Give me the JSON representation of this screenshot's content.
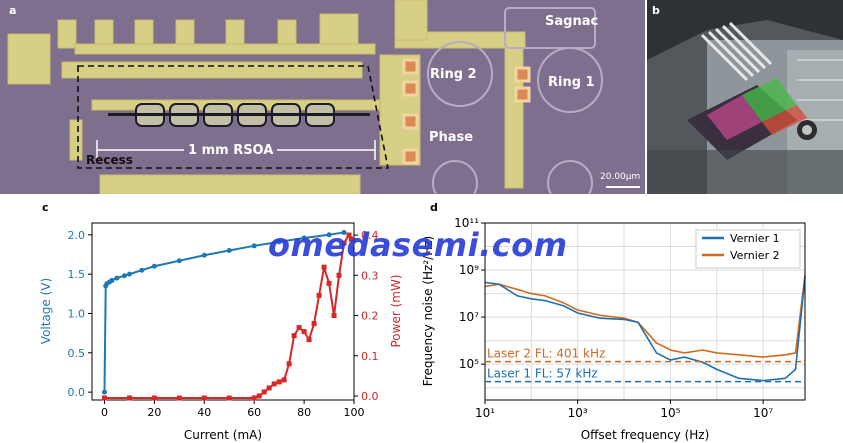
{
  "panel_a": {
    "letter": "a",
    "labels": {
      "sagnac": "Sagnac",
      "ring2": "Ring 2",
      "ring1": "Ring 1",
      "phase": "Phase",
      "rsoa": "1 mm RSOA",
      "recess": "Recess",
      "scale": "20.00μm"
    }
  },
  "panel_b": {
    "letter": "b"
  },
  "watermark": "omedasemi.com",
  "colors": {
    "voltage": "#1f77b4",
    "power": "#d62728",
    "vernier1": "#1f6fb0",
    "vernier2": "#d2691e"
  },
  "chart_data": [
    {
      "panel": "c",
      "type": "line",
      "xlabel": "Current (mA)",
      "ylabel": "Voltage (V)",
      "y2label": "Power (mW)",
      "xlim": [
        -5,
        100
      ],
      "ylim": [
        -0.1,
        2.15
      ],
      "y2lim": [
        -0.01,
        0.43
      ],
      "xticks": [
        "0",
        "20",
        "40",
        "60",
        "80",
        "100"
      ],
      "yticks": [
        "0.0",
        "0.5",
        "1.0",
        "1.5",
        "2.0"
      ],
      "y2ticks": [
        "0.0",
        "0.1",
        "0.2",
        "0.3",
        "0.4"
      ],
      "series": [
        {
          "axis": "left",
          "x": [
            0,
            0.5,
            1,
            2,
            3,
            5,
            8,
            10,
            15,
            20,
            30,
            40,
            50,
            60,
            70,
            80,
            90,
            96
          ],
          "values": [
            0,
            1.35,
            1.38,
            1.4,
            1.42,
            1.45,
            1.48,
            1.5,
            1.55,
            1.6,
            1.67,
            1.74,
            1.8,
            1.86,
            1.91,
            1.96,
            2.0,
            2.03
          ]
        },
        {
          "axis": "right",
          "x": [
            0,
            10,
            20,
            30,
            40,
            50,
            60,
            62,
            64,
            66,
            68,
            70,
            72,
            74,
            76,
            78,
            80,
            82,
            84,
            86,
            88,
            90,
            92,
            94,
            96,
            98,
            99
          ],
          "values": [
            -0.005,
            -0.005,
            -0.005,
            -0.005,
            -0.005,
            -0.005,
            -0.005,
            0.0,
            0.01,
            0.02,
            0.03,
            0.035,
            0.04,
            0.08,
            0.15,
            0.17,
            0.16,
            0.14,
            0.18,
            0.25,
            0.32,
            0.28,
            0.2,
            0.3,
            0.38,
            0.4,
            0.39
          ]
        }
      ]
    },
    {
      "panel": "d",
      "type": "line",
      "xlabel": "Offset frequency (Hz)",
      "ylabel": "Frequency noise (Hz²/Hz)",
      "xscale": "log",
      "yscale": "log",
      "xlim": [
        10,
        80000000
      ],
      "ylim": [
        3000,
        100000000000
      ],
      "xticks": [
        "10¹",
        "10³",
        "10⁵",
        "10⁷"
      ],
      "yticks": [
        "10⁵",
        "10⁷",
        "10⁹",
        "10¹¹"
      ],
      "legend_position": "top-right",
      "annotations": [
        "Laser 2 FL: 401 kHz",
        "Laser 1 FL: 57 kHz"
      ],
      "series": [
        {
          "name": "Vernier 1",
          "x": [
            10,
            20,
            50,
            100,
            200,
            500,
            1000,
            3000,
            10000,
            20000,
            50000,
            100000,
            200000,
            500000,
            1000000,
            3000000,
            10000000,
            30000000,
            50000000,
            80000000
          ],
          "values": [
            300000000,
            250000000,
            80000000,
            60000000,
            50000000,
            30000000,
            15000000,
            9000000,
            8000000,
            6000000,
            300000,
            150000,
            200000,
            120000,
            60000,
            25000,
            20000,
            25000,
            60000,
            500000000
          ]
        },
        {
          "name": "Vernier 2",
          "x": [
            10,
            20,
            50,
            100,
            200,
            500,
            1000,
            3000,
            10000,
            20000,
            50000,
            100000,
            200000,
            500000,
            1000000,
            3000000,
            10000000,
            30000000,
            50000000,
            80000000
          ],
          "values": [
            200000000,
            250000000,
            150000000,
            100000000,
            80000000,
            40000000,
            20000000,
            12000000,
            9000000,
            6000000,
            800000,
            400000,
            300000,
            400000,
            300000,
            250000,
            200000,
            250000,
            300000,
            600000000
          ]
        }
      ]
    }
  ]
}
